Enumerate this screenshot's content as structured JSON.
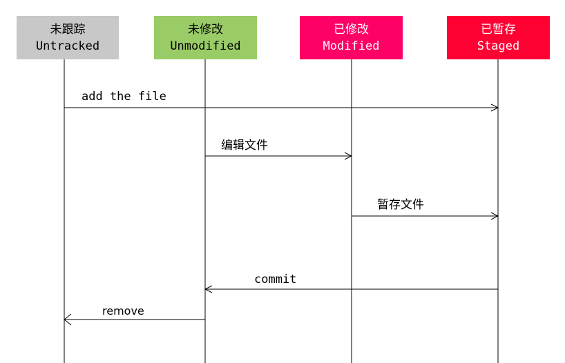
{
  "participants": [
    {
      "id": "untracked",
      "zh": "未跟踪",
      "en": "Untracked",
      "bg": "#c8c8c8",
      "fg": "#000000"
    },
    {
      "id": "unmodified",
      "zh": "未修改",
      "en": "Unmodified",
      "bg": "#99cc66",
      "fg": "#000000"
    },
    {
      "id": "modified",
      "zh": "已修改",
      "en": "Modified",
      "bg": "#ff0066",
      "fg": "#ffffff"
    },
    {
      "id": "staged",
      "zh": "已暂存",
      "en": "Staged",
      "bg": "#ff0033",
      "fg": "#ffffff"
    }
  ],
  "messages": [
    {
      "id": "add-the-file",
      "from": "untracked",
      "to": "staged",
      "label": "add the file"
    },
    {
      "id": "edit-file",
      "from": "unmodified",
      "to": "modified",
      "label": "编辑文件"
    },
    {
      "id": "stage-file",
      "from": "modified",
      "to": "staged",
      "label": "暂存文件"
    },
    {
      "id": "commit",
      "from": "staged",
      "to": "unmodified",
      "label": "commit"
    },
    {
      "id": "remove",
      "from": "unmodified",
      "to": "untracked",
      "label": "remove"
    }
  ]
}
